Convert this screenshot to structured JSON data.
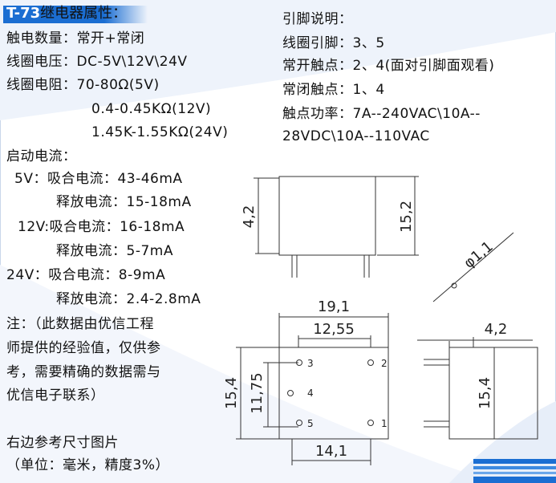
{
  "title": {
    "code": "T-73",
    "rest": "继电器属性："
  },
  "specs": {
    "contacts": "触电数量：常开+常闭",
    "coil_voltage": "线圈电压：DC-5V\\12V\\24V",
    "coil_resistance": "线圈电阻：70-80Ω(5V)",
    "coil_resistance_12v": "0.4-0.45KΩ(12V)",
    "coil_resistance_24v": "1.45K-1.55KΩ(24V)"
  },
  "start_current": {
    "heading": "启动电流：",
    "rows": [
      "5V：吸合电流：43-46mA",
      "释放电流：15-18mA",
      "12V:吸合电流：16-18mA",
      "释放电流：5-7mA",
      "24V：吸合电流：8-9mA",
      "释放电流：2.4-2.8mA"
    ]
  },
  "note": [
    "注：（此数据由优信工程",
    "师提供的经验值，仅供参",
    "考，需要精确的数据需与",
    "优信电子联系）"
  ],
  "ref": {
    "line1": "右边参考尺寸图片",
    "line2": "（单位：毫米，精度3%）"
  },
  "pins": {
    "heading": "引脚说明：",
    "coil": "线圈引脚：3、5",
    "no": "常开触点：2、4(面对引脚面观看)",
    "nc": "常闭触点：1、4",
    "power1": "触点功率：7A--240VAC\\10A--",
    "power2": "28VDC\\10A--110VAC"
  },
  "dims": {
    "h_side": "4,2",
    "h_total": "15,2",
    "dia": "φ1,1",
    "w_total": "19,1",
    "w_inner": "12,55",
    "depth": "4,2",
    "h_body": "15,4",
    "h_inner": "11,75",
    "w_pins": "14,1",
    "h_side_view": "15,4",
    "pin_1": "1",
    "pin_2": "2",
    "pin_3": "3",
    "pin_4": "4",
    "pin_5": "5"
  },
  "colors": {
    "accent": "#1b6ed2",
    "frame": "#c9d6ea"
  }
}
